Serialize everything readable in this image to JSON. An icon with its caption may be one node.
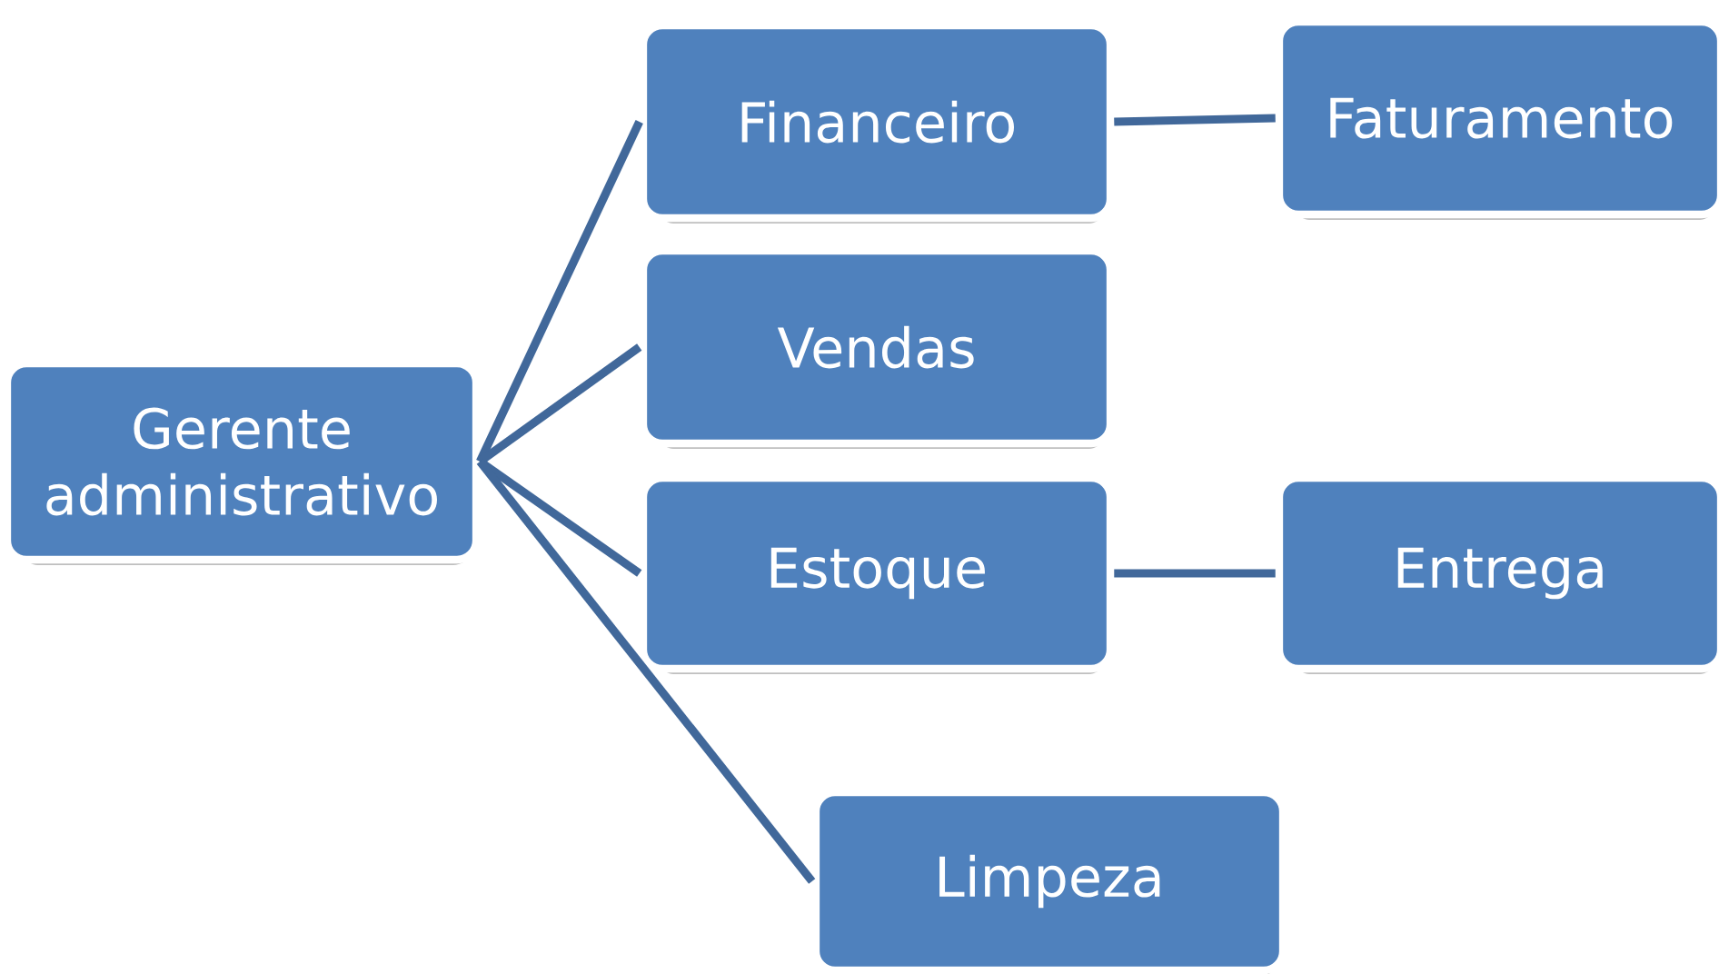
{
  "diagram": {
    "nodes": [
      {
        "text": [
          "Gerente administrativo"
        ]
      },
      {
        "text": [
          "Financeiro"
        ]
      },
      {
        "text": [
          "Faturamento"
        ]
      },
      {
        "text": [
          "Vendas"
        ]
      },
      {
        "text": [
          "Estoque"
        ]
      },
      {
        "text": [
          "Entrega"
        ]
      },
      {
        "text": [
          "Limpeza"
        ]
      }
    ],
    "edges": [
      {
        "from": 0,
        "to": 1,
        "arrow": "none"
      },
      {
        "from": 0,
        "to": 3,
        "arrow": "none"
      },
      {
        "from": 0,
        "to": 4,
        "arrow": "none"
      },
      {
        "from": 0,
        "to": 6,
        "arrow": "none"
      },
      {
        "from": 1,
        "to": 2,
        "arrow": "none"
      },
      {
        "from": 4,
        "to": 5,
        "arrow": "none"
      }
    ]
  }
}
